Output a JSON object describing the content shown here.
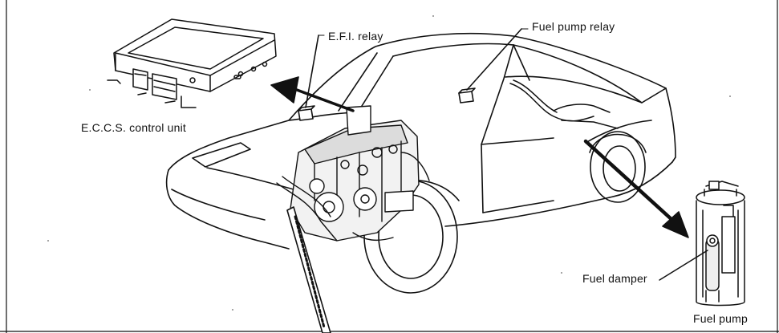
{
  "diagram": {
    "labels": {
      "efi_relay": "E.F.I. relay",
      "fuel_pump_relay": "Fuel pump relay",
      "eccs_control_unit": "E.C.C.S. control unit",
      "fuel_damper": "Fuel damper",
      "fuel_pump": "Fuel pump"
    },
    "colors": {
      "line": "#111111",
      "background": "#ffffff"
    }
  }
}
